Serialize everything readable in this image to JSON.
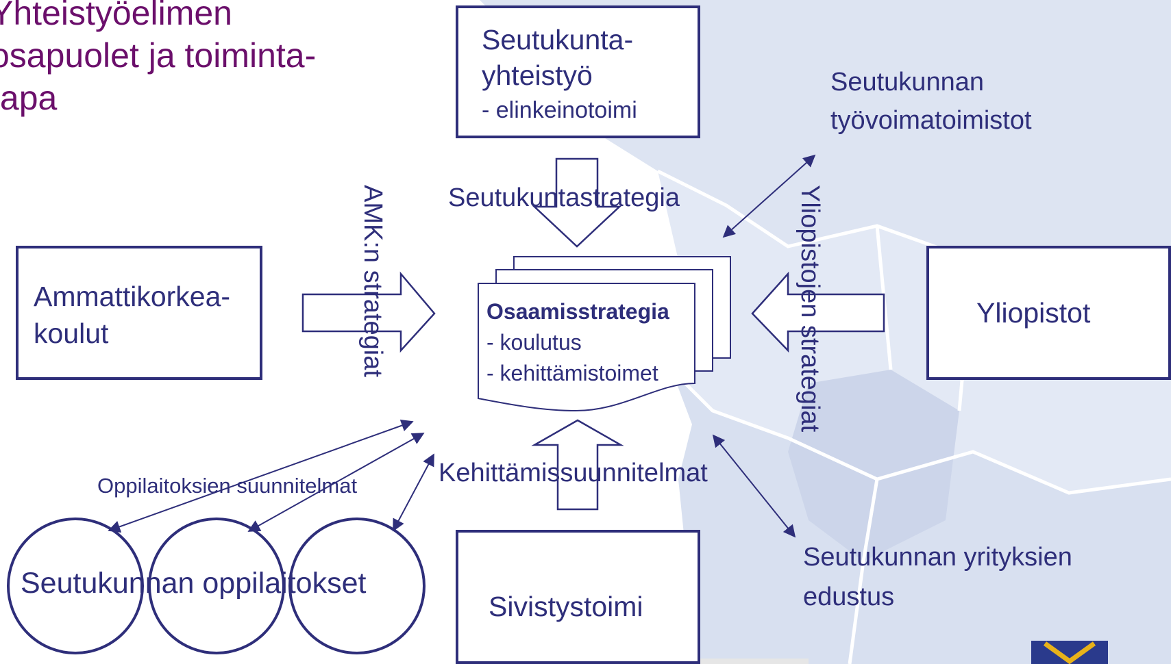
{
  "title_lines": [
    "Yhteistyöelimen",
    "osapuolet ja toiminta-",
    "tapa"
  ],
  "colors": {
    "title": "#6b0f6b",
    "ink": "#2e2e7a",
    "map_fill": "#dde4f2",
    "map_line": "#ffffff",
    "logo_blue": "#2a3a8c",
    "logo_gold": "#e8b21a"
  },
  "boxes": {
    "seutukunta": {
      "lines": [
        "Seutukunta-",
        "yhteistyö",
        "- elinkeinotoimi"
      ]
    },
    "amk": {
      "lines": [
        "Ammattikorkea-",
        "koulut"
      ]
    },
    "yliopistot": {
      "label": "Yliopistot"
    },
    "sivistys": {
      "label": "Sivistystoimi"
    }
  },
  "document": {
    "title": "Osaamisstrategia",
    "items": [
      "- koulutus",
      "- kehittämistoimet"
    ]
  },
  "labels": {
    "seutukuntastrategia": "Seutukuntastrategia",
    "kehittamissuunnitelmat": "Kehittämissuunnitelmat",
    "tyovoima": [
      "Seutukunnan",
      "työvoimatoimistot"
    ],
    "yritykset": [
      "Seutukunnan yrityksien",
      "edustus"
    ],
    "oppilaitoksien_suunnitelmat": "Oppilaitoksien suunnitelmat",
    "oppilaitokset": "Seutukunnan oppilaitokset",
    "amk_strategiat": "AMK:n strategiat",
    "yliopistojen_strategiat": "Yliopistojen strategiat"
  }
}
